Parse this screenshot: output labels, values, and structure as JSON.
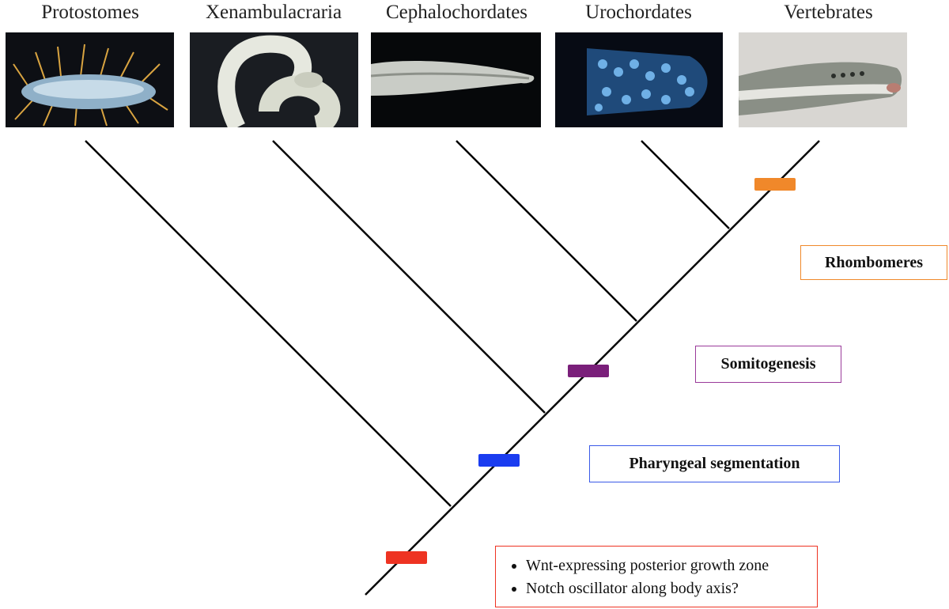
{
  "taxa": [
    {
      "name": "Protostomes",
      "image": "bristle-worm-photo"
    },
    {
      "name": "Xenambulacraria",
      "image": "acorn-worm-photo"
    },
    {
      "name": "Cephalochordates",
      "image": "lancelet-photo"
    },
    {
      "name": "Urochordates",
      "image": "tunicate-photo"
    },
    {
      "name": "Vertebrates",
      "image": "lamprey-photo"
    }
  ],
  "traits": [
    {
      "id": "rhombomeres",
      "label": "Rhombomeres",
      "color": "#f0882a"
    },
    {
      "id": "somitogenesis",
      "label": "Somitogenesis",
      "color": "#7a1f7a"
    },
    {
      "id": "pharyngeal",
      "label": "Pharyngeal segmentation",
      "color": "#1a3cf0"
    },
    {
      "id": "ancestral",
      "color": "#ee3322",
      "items": [
        "Wnt-expressing posterior growth zone",
        "Notch oscillator along body axis?"
      ]
    }
  ],
  "colors": {
    "branch": "#000000"
  }
}
